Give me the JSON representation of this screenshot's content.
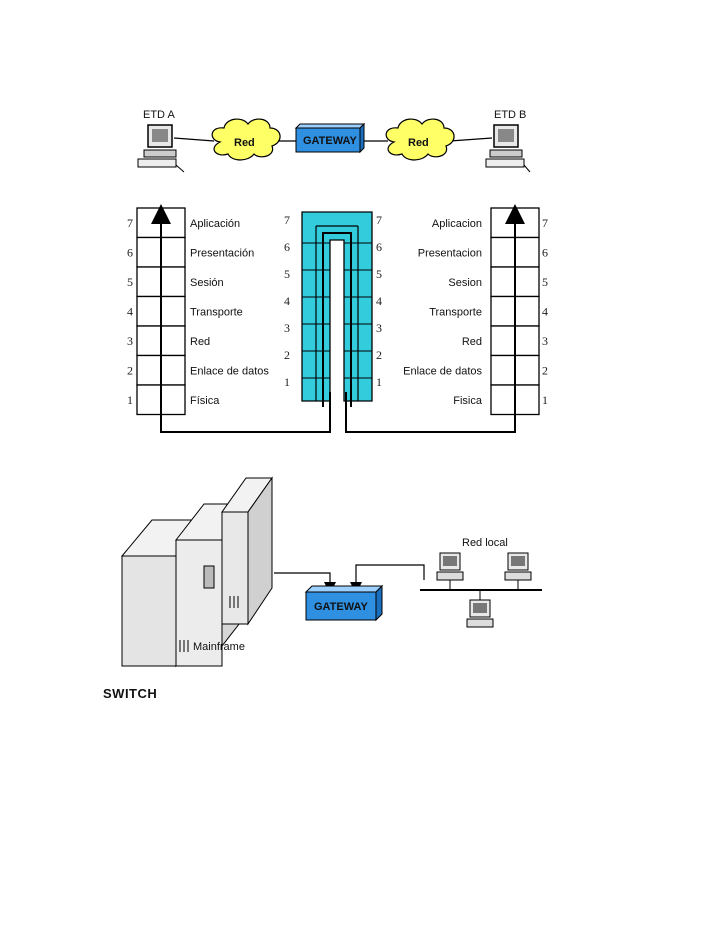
{
  "top": {
    "etd_a": "ETD A",
    "etd_b": "ETD B",
    "cloud_left": "Red",
    "cloud_right": "Red",
    "gateway": "GATEWAY"
  },
  "osi": {
    "numbers": [
      "7",
      "6",
      "5",
      "4",
      "3",
      "2",
      "1"
    ],
    "left_layers": [
      "Aplicación",
      "Presentación",
      "Sesión",
      "Transporte",
      "Red",
      "Enlace de datos",
      "Física"
    ],
    "right_layers": [
      "Aplicacion",
      "Presentacion",
      "Sesion",
      "Transporte",
      "Red",
      "Enlace de datos",
      "Fisica"
    ]
  },
  "bottom": {
    "mainframe": "Mainframe",
    "gateway": "GATEWAY",
    "lan": "Red local"
  },
  "caption": "SWITCH",
  "colors": {
    "gateway": "#2f8fe0",
    "cloud": "#ffff66",
    "stack": "#33ccdd"
  }
}
